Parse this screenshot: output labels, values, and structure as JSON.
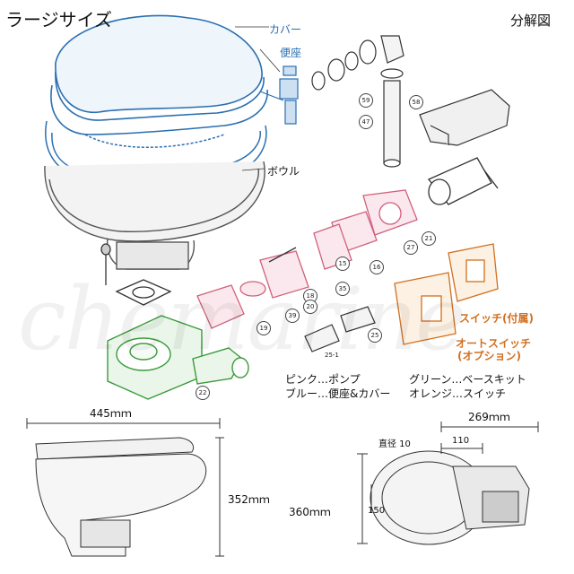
{
  "title": "ラージサイズ",
  "exploded_label": "分解図",
  "parts": {
    "cover": "カバー",
    "seat": "便座",
    "bowl": "ボウル",
    "switch_included": "スイッチ(付属)",
    "auto_switch_line1": "オートスイッチ",
    "auto_switch_line2": "(オプション)"
  },
  "legend": {
    "pink": "ピンク…ポンプ",
    "blue": "ブルー…便座&カバー",
    "green": "グリーン…ベースキット",
    "orange": "オレンジ…スイッチ"
  },
  "callouts": [
    "59",
    "47",
    "58",
    "21",
    "27",
    "16",
    "15",
    "18",
    "20",
    "35",
    "39",
    "19",
    "22",
    "25",
    "25-1"
  ],
  "dimensions": {
    "width": "445ｍｍ",
    "height": "352ｍｍ",
    "depth": "360ｍｍ",
    "top_right": "269ｍｍ",
    "diameter": "直径 10",
    "offset": "110",
    "hole_spacing": "150"
  },
  "watermark": "chemarine",
  "colors": {
    "blue": "#2a6fb0",
    "pink": "#d0607a",
    "green": "#3a9a3a",
    "orange": "#d07020"
  }
}
